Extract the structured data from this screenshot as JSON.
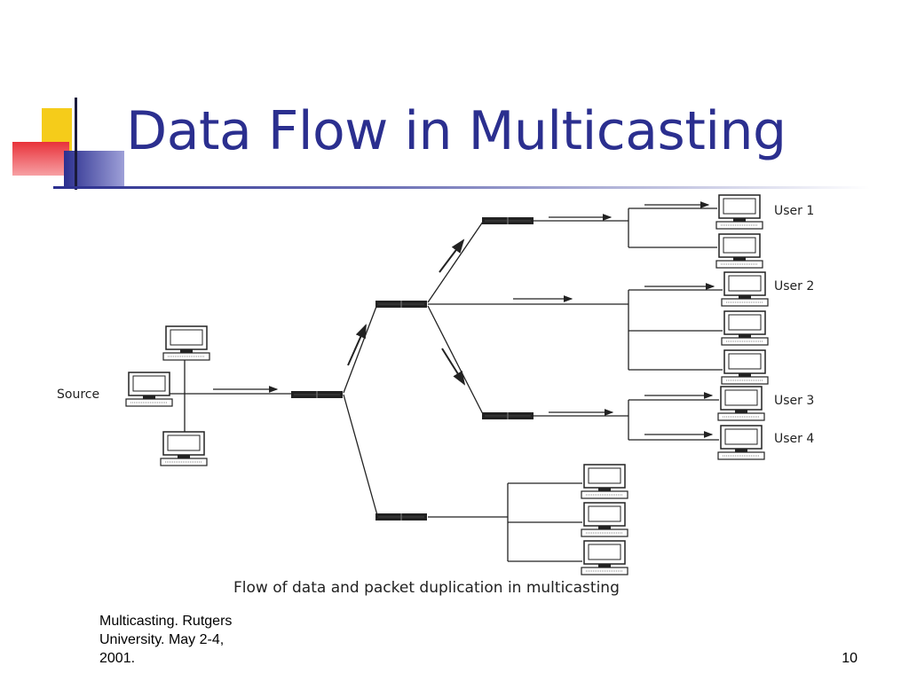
{
  "slide": {
    "title": "Data Flow in Multicasting",
    "footer": "Multicasting. Rutgers\nUniversity.  May 2-4,\n2001.",
    "page_number": "10"
  },
  "diagram": {
    "source_label": "Source",
    "user_labels": [
      "User 1",
      "User 2",
      "User 3",
      "User 4"
    ],
    "caption": "Flow of data and packet duplication in multicasting"
  },
  "colors": {
    "title": "#2b2f8f",
    "accent_yellow": "#f5cc1a",
    "accent_red": "#e8323a",
    "accent_blue": "#2b2f8f"
  },
  "icons": [
    "computer-icon",
    "router-icon",
    "arrow-icon"
  ]
}
